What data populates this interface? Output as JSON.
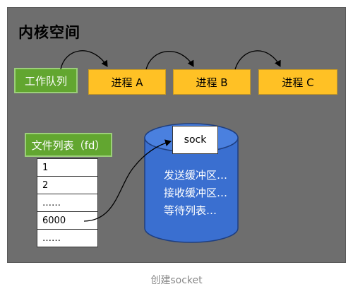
{
  "title": "内核空间",
  "work_queue": "工作队列",
  "processes": [
    "进程 A",
    "进程 B",
    "进程 C"
  ],
  "file_list_title": "文件列表（fd）",
  "file_rows": [
    "1",
    "2",
    "……",
    "6000",
    "……"
  ],
  "sock_label": "sock",
  "cylinder_lines": [
    "发送缓冲区…",
    "接收缓冲区…",
    "等待列表…"
  ],
  "caption": "创建socket",
  "colors": {
    "panel": "#6e6e6e",
    "green": "#62a630",
    "process": "#ffc125",
    "cylinder": "#3a6fd0"
  }
}
